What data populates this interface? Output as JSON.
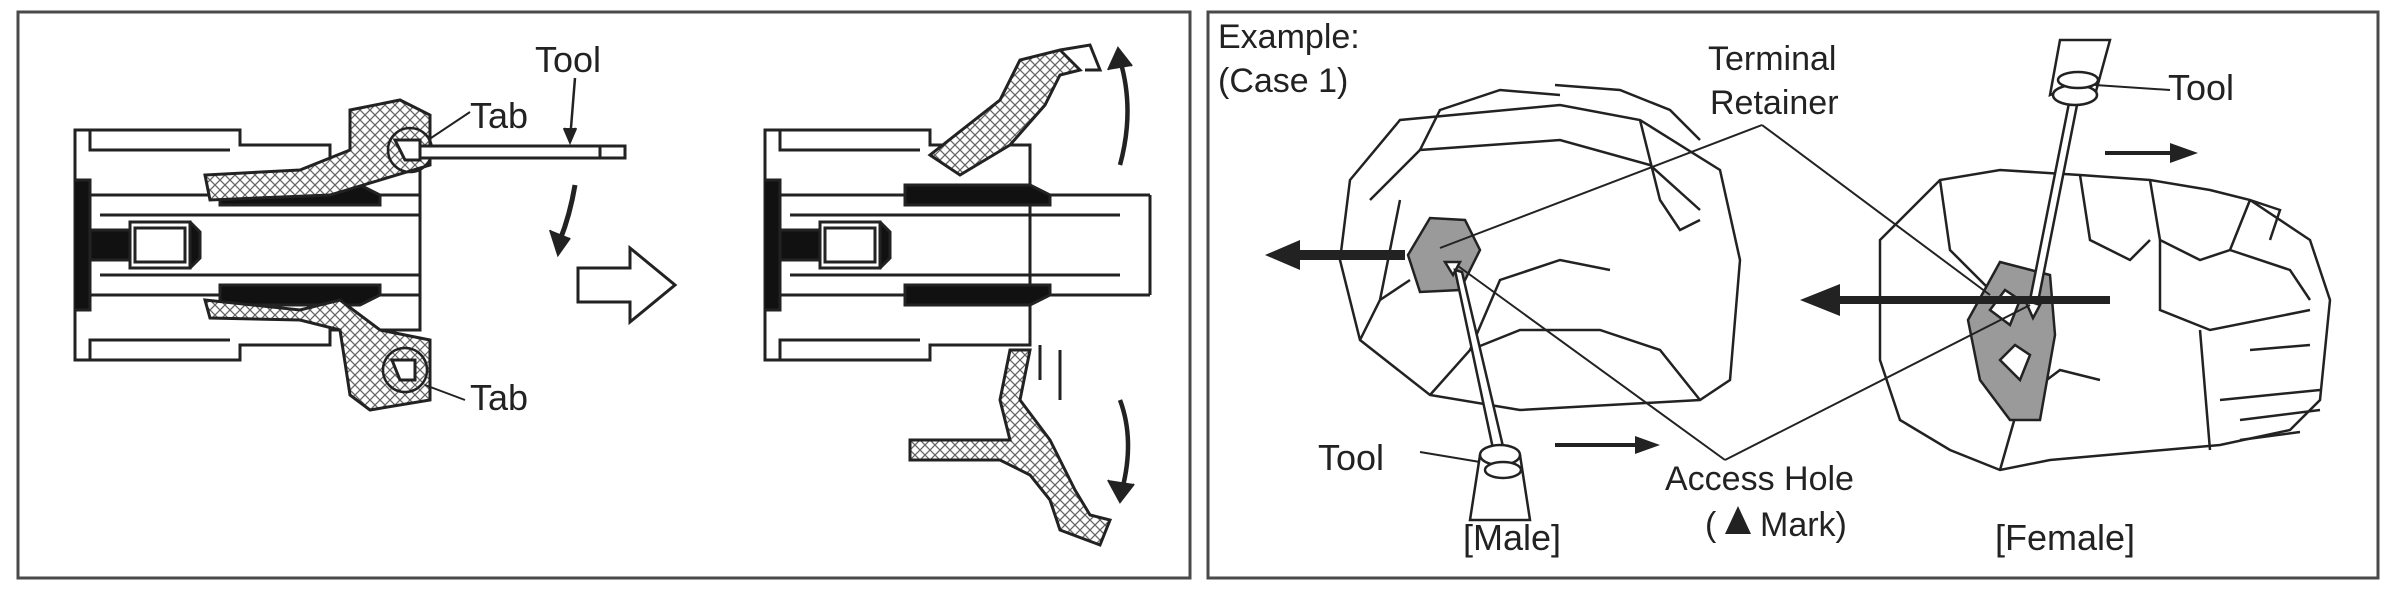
{
  "left_panel": {
    "labels": {
      "tool": "Tool",
      "tab_top": "Tab",
      "tab_bottom": "Tab"
    }
  },
  "right_panel": {
    "labels": {
      "example": "Example:",
      "case": "(Case 1)",
      "terminal": "Terminal",
      "retainer": "Retainer",
      "tool_top": "Tool",
      "tool_bottom": "Tool",
      "access_hole": "Access Hole",
      "mark_open": "(",
      "mark_close": "Mark)",
      "male": "[Male]",
      "female": "[Female]"
    }
  },
  "colors": {
    "frame": "#4a4a4a",
    "line": "#222222",
    "retainer_fill": "#9a9a9a",
    "hatch": "#777777"
  }
}
